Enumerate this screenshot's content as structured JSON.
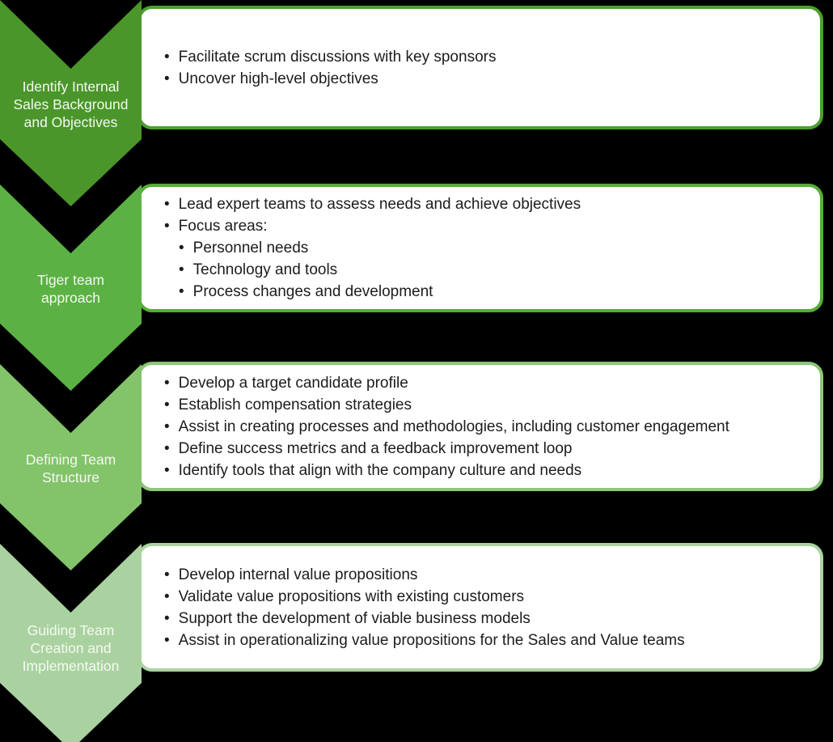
{
  "diagram": {
    "background_color": "#000000",
    "box_fill_color": "#ffffff",
    "bullet_text_color": "#1c1c1c",
    "label_text_color": "#ffffff"
  },
  "stages": [
    {
      "label": "Identify Internal Sales Background and Objectives",
      "label_lines": [
        "Identify Internal",
        "Sales Background",
        "and Objectives"
      ],
      "chevron_color": "#4a962a",
      "border_color": "#4aa02c",
      "bullets": [
        {
          "text": "Facilitate scrum discussions with key sponsors"
        },
        {
          "text": "Uncover high-level objectives"
        }
      ]
    },
    {
      "label": "Tiger team approach",
      "label_lines": [
        "Tiger team",
        "approach"
      ],
      "chevron_color": "#5cb144",
      "border_color": "#54ad36",
      "bullets": [
        {
          "text": "Lead expert teams to assess needs and achieve objectives"
        },
        {
          "text": "Focus areas:",
          "children": [
            "Personnel needs",
            "Technology and tools",
            "Process changes and development"
          ]
        }
      ]
    },
    {
      "label": "Defining Team Structure",
      "label_lines": [
        "Defining Team",
        "Structure"
      ],
      "chevron_color": "#83c46a",
      "border_color": "#8cc777",
      "bullets": [
        {
          "text": "Develop a target candidate profile"
        },
        {
          "text": "Establish compensation strategies"
        },
        {
          "text": "Assist in creating processes and methodologies, including customer engagement"
        },
        {
          "text": "Define success metrics and a feedback improvement loop"
        },
        {
          "text": "Identify tools that align with the company culture and needs"
        }
      ]
    },
    {
      "label": "Guiding Team Creation and Implementation",
      "label_lines": [
        "Guiding Team",
        "Creation and",
        "Implementation"
      ],
      "chevron_color": "#aad2a0",
      "border_color": "#abd3a1",
      "bullets": [
        {
          "text": "Develop internal value propositions"
        },
        {
          "text": "Validate value propositions with existing customers"
        },
        {
          "text": "Support the development of viable business models"
        },
        {
          "text": "Assist in operationalizing value propositions for the Sales and Value teams"
        }
      ]
    }
  ]
}
